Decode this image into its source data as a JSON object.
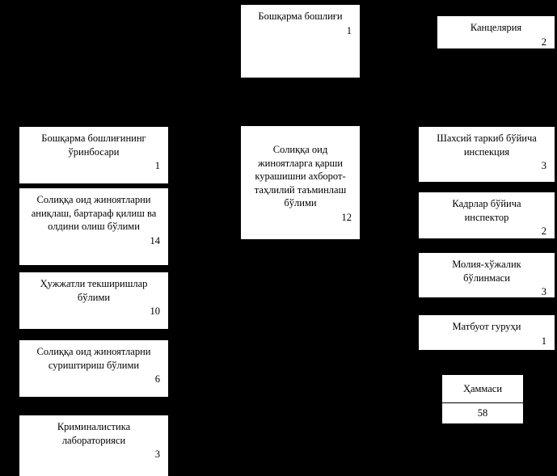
{
  "chart_data": {
    "type": "diagram",
    "title": "",
    "diagram_kind": "organizational-chart",
    "background_color": "#000000",
    "box_fill_color": "#ffffff",
    "text_color": "#000000",
    "total_label": "Ҳаммаси",
    "total_value": "58",
    "nodes": [
      {
        "id": "head",
        "label": "Бошқарма бошлиғи",
        "count": "1",
        "column": "center",
        "level": 0
      },
      {
        "id": "chancellery",
        "label": "Канцелярия",
        "count": "2",
        "column": "right",
        "level": 0
      },
      {
        "id": "deputy-head",
        "label": "Бошқарма бошлиғининг\nўринбосари",
        "count": "1",
        "column": "left",
        "level": 1
      },
      {
        "id": "tax-crime-detection",
        "label": "Солиққа оид жиноятларни\nаниқлаш, бартараф қилиш ва\nолдини олиш бўлими",
        "count": "14",
        "column": "left",
        "level": 2
      },
      {
        "id": "document-inspections",
        "label": "Ҳужжатли текширишлар\nбўлими",
        "count": "10",
        "column": "left",
        "level": 3
      },
      {
        "id": "tax-crime-investigation",
        "label": "Солиққа оид жиноятларни\nсуриштириш бўлими",
        "count": "6",
        "column": "left",
        "level": 4
      },
      {
        "id": "criminalistics-lab",
        "label": "Криминалистика\nлабораторияси",
        "count": "3",
        "column": "left",
        "level": 5
      },
      {
        "id": "info-analysis",
        "label": "Солиққа оид\nжиноятларга қарши\nкурашишни ахборот-\nтаҳлилий таъминлаш\nбўлими",
        "count": "12",
        "column": "center",
        "level": 1
      },
      {
        "id": "personnel-inspection",
        "label": "Шахсий таркиб бўйича\nинспекция",
        "count": "3",
        "column": "right",
        "level": 1
      },
      {
        "id": "cadre-inspector",
        "label": "Кадрлар бўйича\nинспектор",
        "count": "2",
        "column": "right",
        "level": 2
      },
      {
        "id": "finance-economy",
        "label": "Молия-хўжалик\nбўлинмаси",
        "count": "3",
        "column": "right",
        "level": 3
      },
      {
        "id": "press-group",
        "label": "Матбуот гуруҳи",
        "count": "1",
        "column": "right",
        "level": 4
      }
    ]
  }
}
